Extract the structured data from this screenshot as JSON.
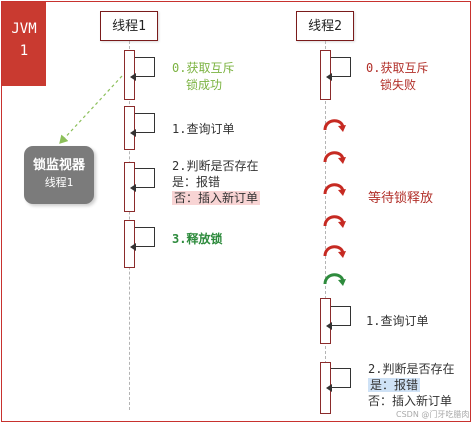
{
  "jvm": {
    "line1": "JVM",
    "line2": "1"
  },
  "threads": {
    "t1": "线程1",
    "t2": "线程2"
  },
  "monitor": {
    "title": "锁监视器",
    "owner": "线程1"
  },
  "thread1_steps": {
    "s0_line1": "0.获取互斥",
    "s0_line2": "锁成功",
    "s1": "1.查询订单",
    "s2_line1": "2.判断是否存在",
    "s2_line2": "是：报错",
    "s2_line3": "否：插入新订单",
    "s3": "3.释放锁"
  },
  "thread2_steps": {
    "s0_line1": "0.获取互斥",
    "s0_line2": "锁失败",
    "wait": "等待锁释放",
    "s1": "1.查询订单",
    "s2_line1": "2.判断是否存在",
    "s2_line2": "是：报错",
    "s2_line3": "否：插入新订单"
  },
  "watermark": "CSDN @门牙吃腊肉",
  "colors": {
    "jvm_tab": "#c93a30",
    "success_green": "#7cb342",
    "fail_red": "#b2302a",
    "release_green": "#2e8b3d",
    "highlight_pink": "#f8d4d4",
    "highlight_blue": "#cfe2f6",
    "monitor_gray": "#7b7b7b"
  },
  "icons": {
    "wait": "red-curved-arrow-icon",
    "acquired": "green-curved-arrow-icon"
  }
}
